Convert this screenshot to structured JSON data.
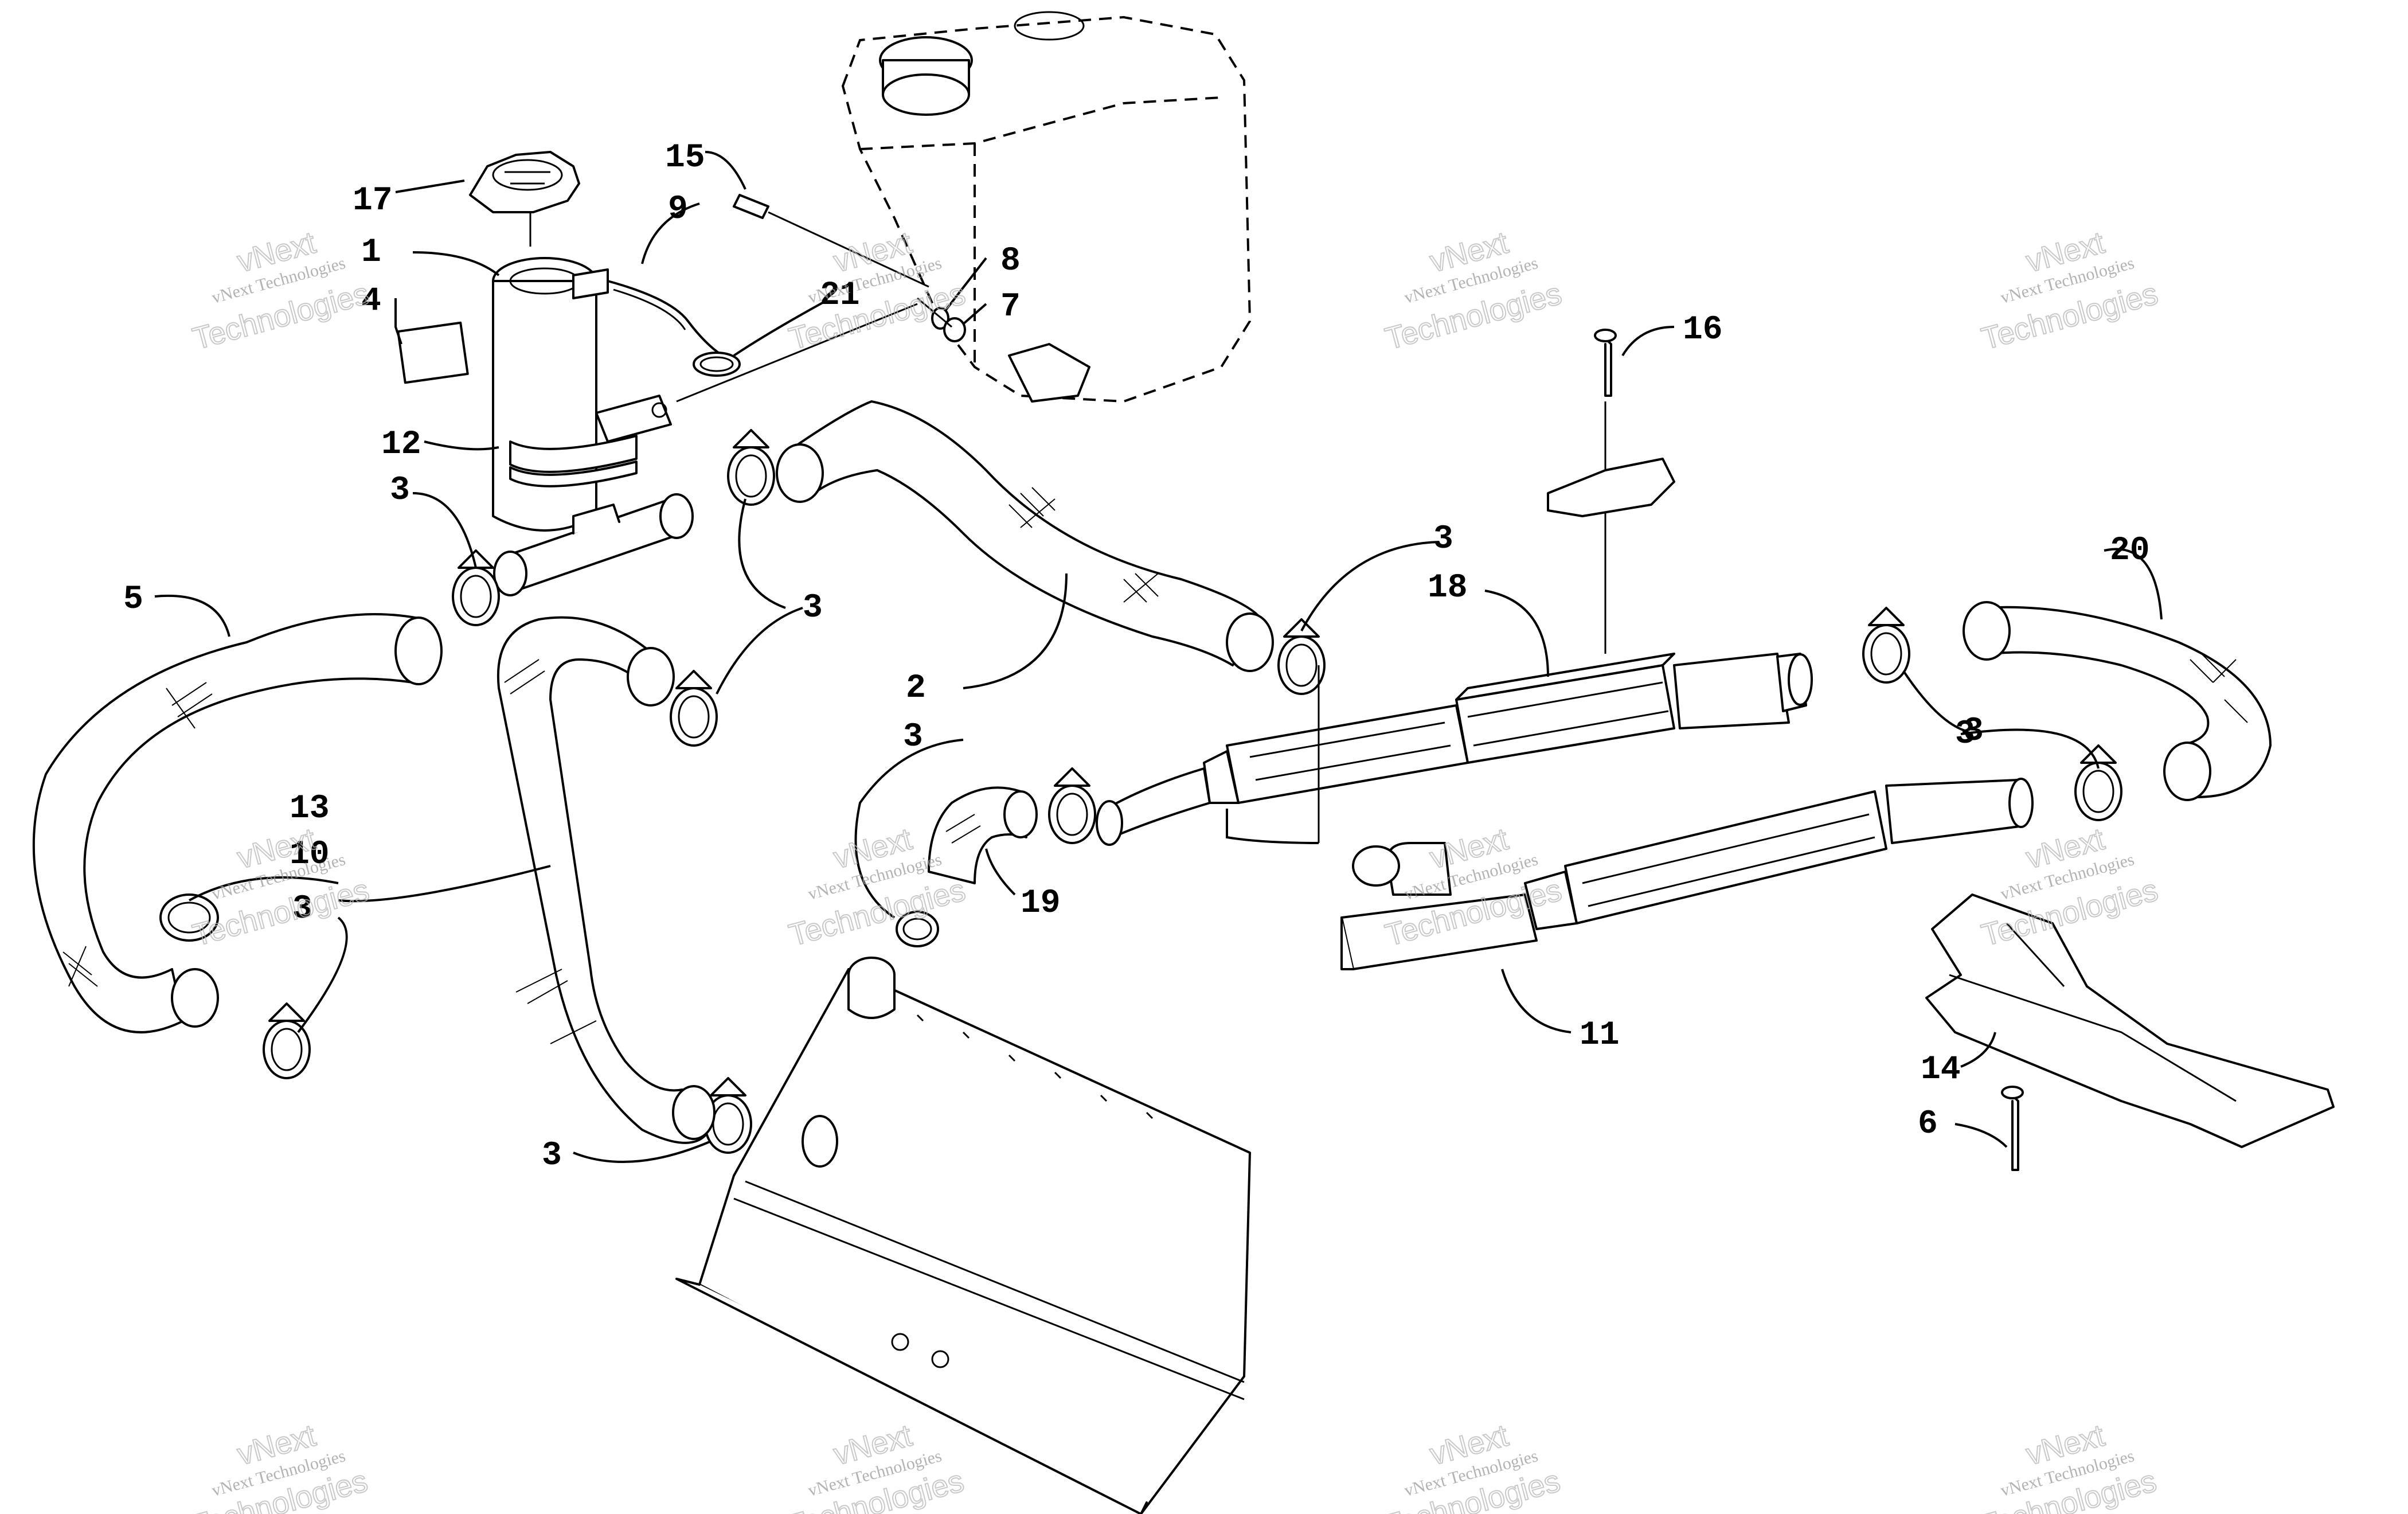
{
  "callouts": [
    {
      "label": "1"
    },
    {
      "label": "2"
    },
    {
      "label": "3"
    },
    {
      "label": "3"
    },
    {
      "label": "3"
    },
    {
      "label": "3"
    },
    {
      "label": "3"
    },
    {
      "label": "3"
    },
    {
      "label": "3"
    },
    {
      "label": "3"
    },
    {
      "label": "4"
    },
    {
      "label": "5"
    },
    {
      "label": "6"
    },
    {
      "label": "7"
    },
    {
      "label": "8"
    },
    {
      "label": "9"
    },
    {
      "label": "10"
    },
    {
      "label": "11"
    },
    {
      "label": "12"
    },
    {
      "label": "13"
    },
    {
      "label": "14"
    },
    {
      "label": "15"
    },
    {
      "label": "16"
    },
    {
      "label": "17"
    },
    {
      "label": "18"
    },
    {
      "label": "19"
    },
    {
      "label": "20"
    },
    {
      "label": "21"
    }
  ],
  "watermark": {
    "line1": "vNext Technologies",
    "line2": "Technologies",
    "line3": "vNext"
  }
}
